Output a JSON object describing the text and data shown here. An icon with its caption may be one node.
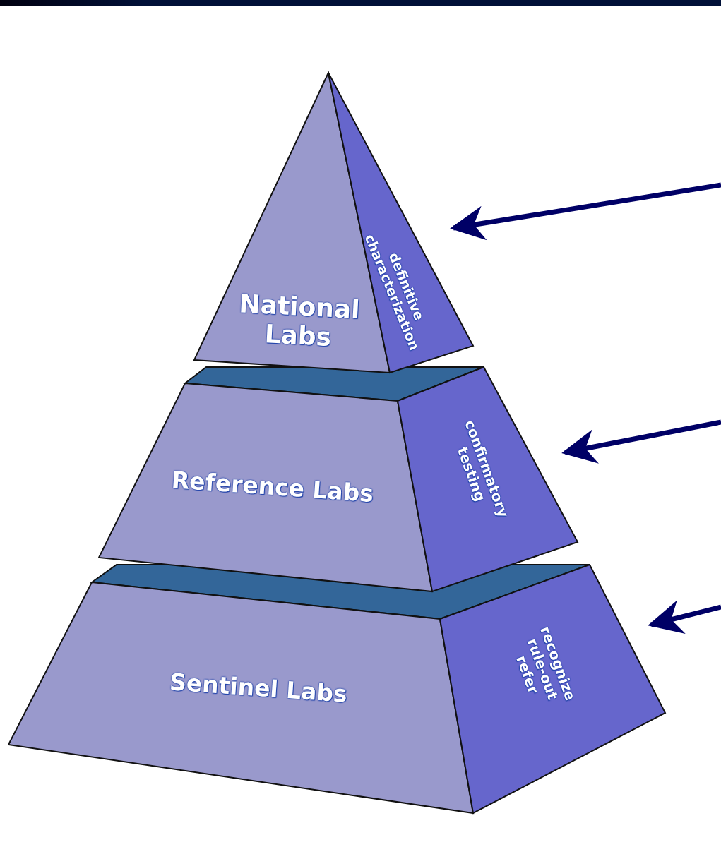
{
  "diagram": {
    "nodes": [
      {
        "text": [
          "National Labs"
        ]
      },
      {
        "text": [
          "definitive characterization"
        ]
      },
      {
        "text": [
          "Reference Labs"
        ]
      },
      {
        "text": [
          "confirmatory testing"
        ]
      },
      {
        "text": [
          "Sentinel Labs"
        ]
      },
      {
        "text": [
          "recognize rule-out refer"
        ]
      }
    ],
    "edges": [
      {
        "from": null,
        "to": 1,
        "arrow": "to"
      },
      {
        "from": null,
        "to": 3,
        "arrow": "to"
      },
      {
        "from": null,
        "to": 5,
        "arrow": "to"
      }
    ]
  }
}
